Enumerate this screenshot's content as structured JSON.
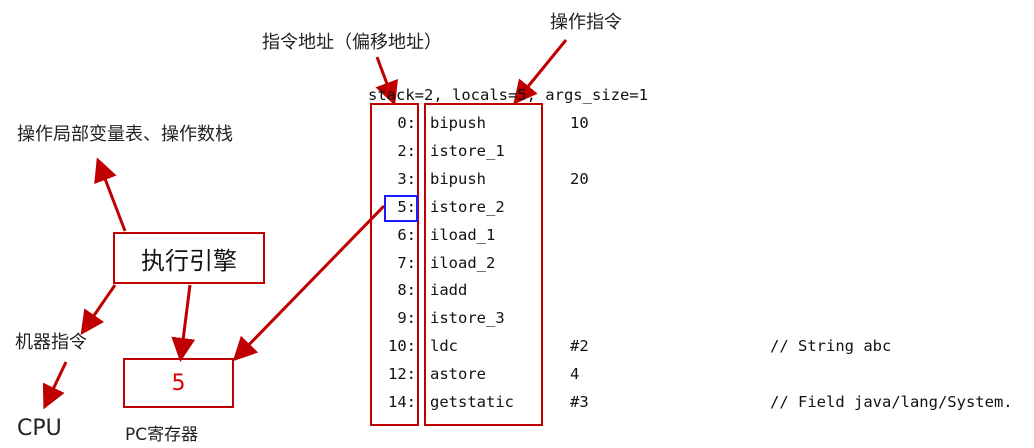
{
  "labels": {
    "address_label": "指令地址（偏移地址）",
    "opcode_label": "操作指令",
    "operand_stack_label": "操作局部变量表、操作数栈",
    "machine_code_label": "机器指令",
    "cpu_label": "CPU",
    "pc_register_label": "PC寄存器",
    "engine_label": "执行引擎",
    "pc_value": "5"
  },
  "code": {
    "header": "stack=2, locals=5, args_size=1",
    "lines": [
      {
        "addr": "0:",
        "op": "bipush",
        "arg": "10",
        "comment": ""
      },
      {
        "addr": "2:",
        "op": "istore_1",
        "arg": "",
        "comment": ""
      },
      {
        "addr": "3:",
        "op": "bipush",
        "arg": "20",
        "comment": ""
      },
      {
        "addr": "5:",
        "op": "istore_2",
        "arg": "",
        "comment": ""
      },
      {
        "addr": "6:",
        "op": "iload_1",
        "arg": "",
        "comment": ""
      },
      {
        "addr": "7:",
        "op": "iload_2",
        "arg": "",
        "comment": ""
      },
      {
        "addr": "8:",
        "op": "iadd",
        "arg": "",
        "comment": ""
      },
      {
        "addr": "9:",
        "op": "istore_3",
        "arg": "",
        "comment": ""
      },
      {
        "addr": "10:",
        "op": "ldc",
        "arg": "#2",
        "comment": "// String abc"
      },
      {
        "addr": "12:",
        "op": "astore",
        "arg": "4",
        "comment": ""
      },
      {
        "addr": "14:",
        "op": "getstatic",
        "arg": "#3",
        "comment": "// Field java/lang/System."
      }
    ],
    "highlighted_addr": "5:"
  },
  "colors": {
    "arrow": "#c00000",
    "highlight": "#1a1aff",
    "pc_value": "#e00000"
  }
}
